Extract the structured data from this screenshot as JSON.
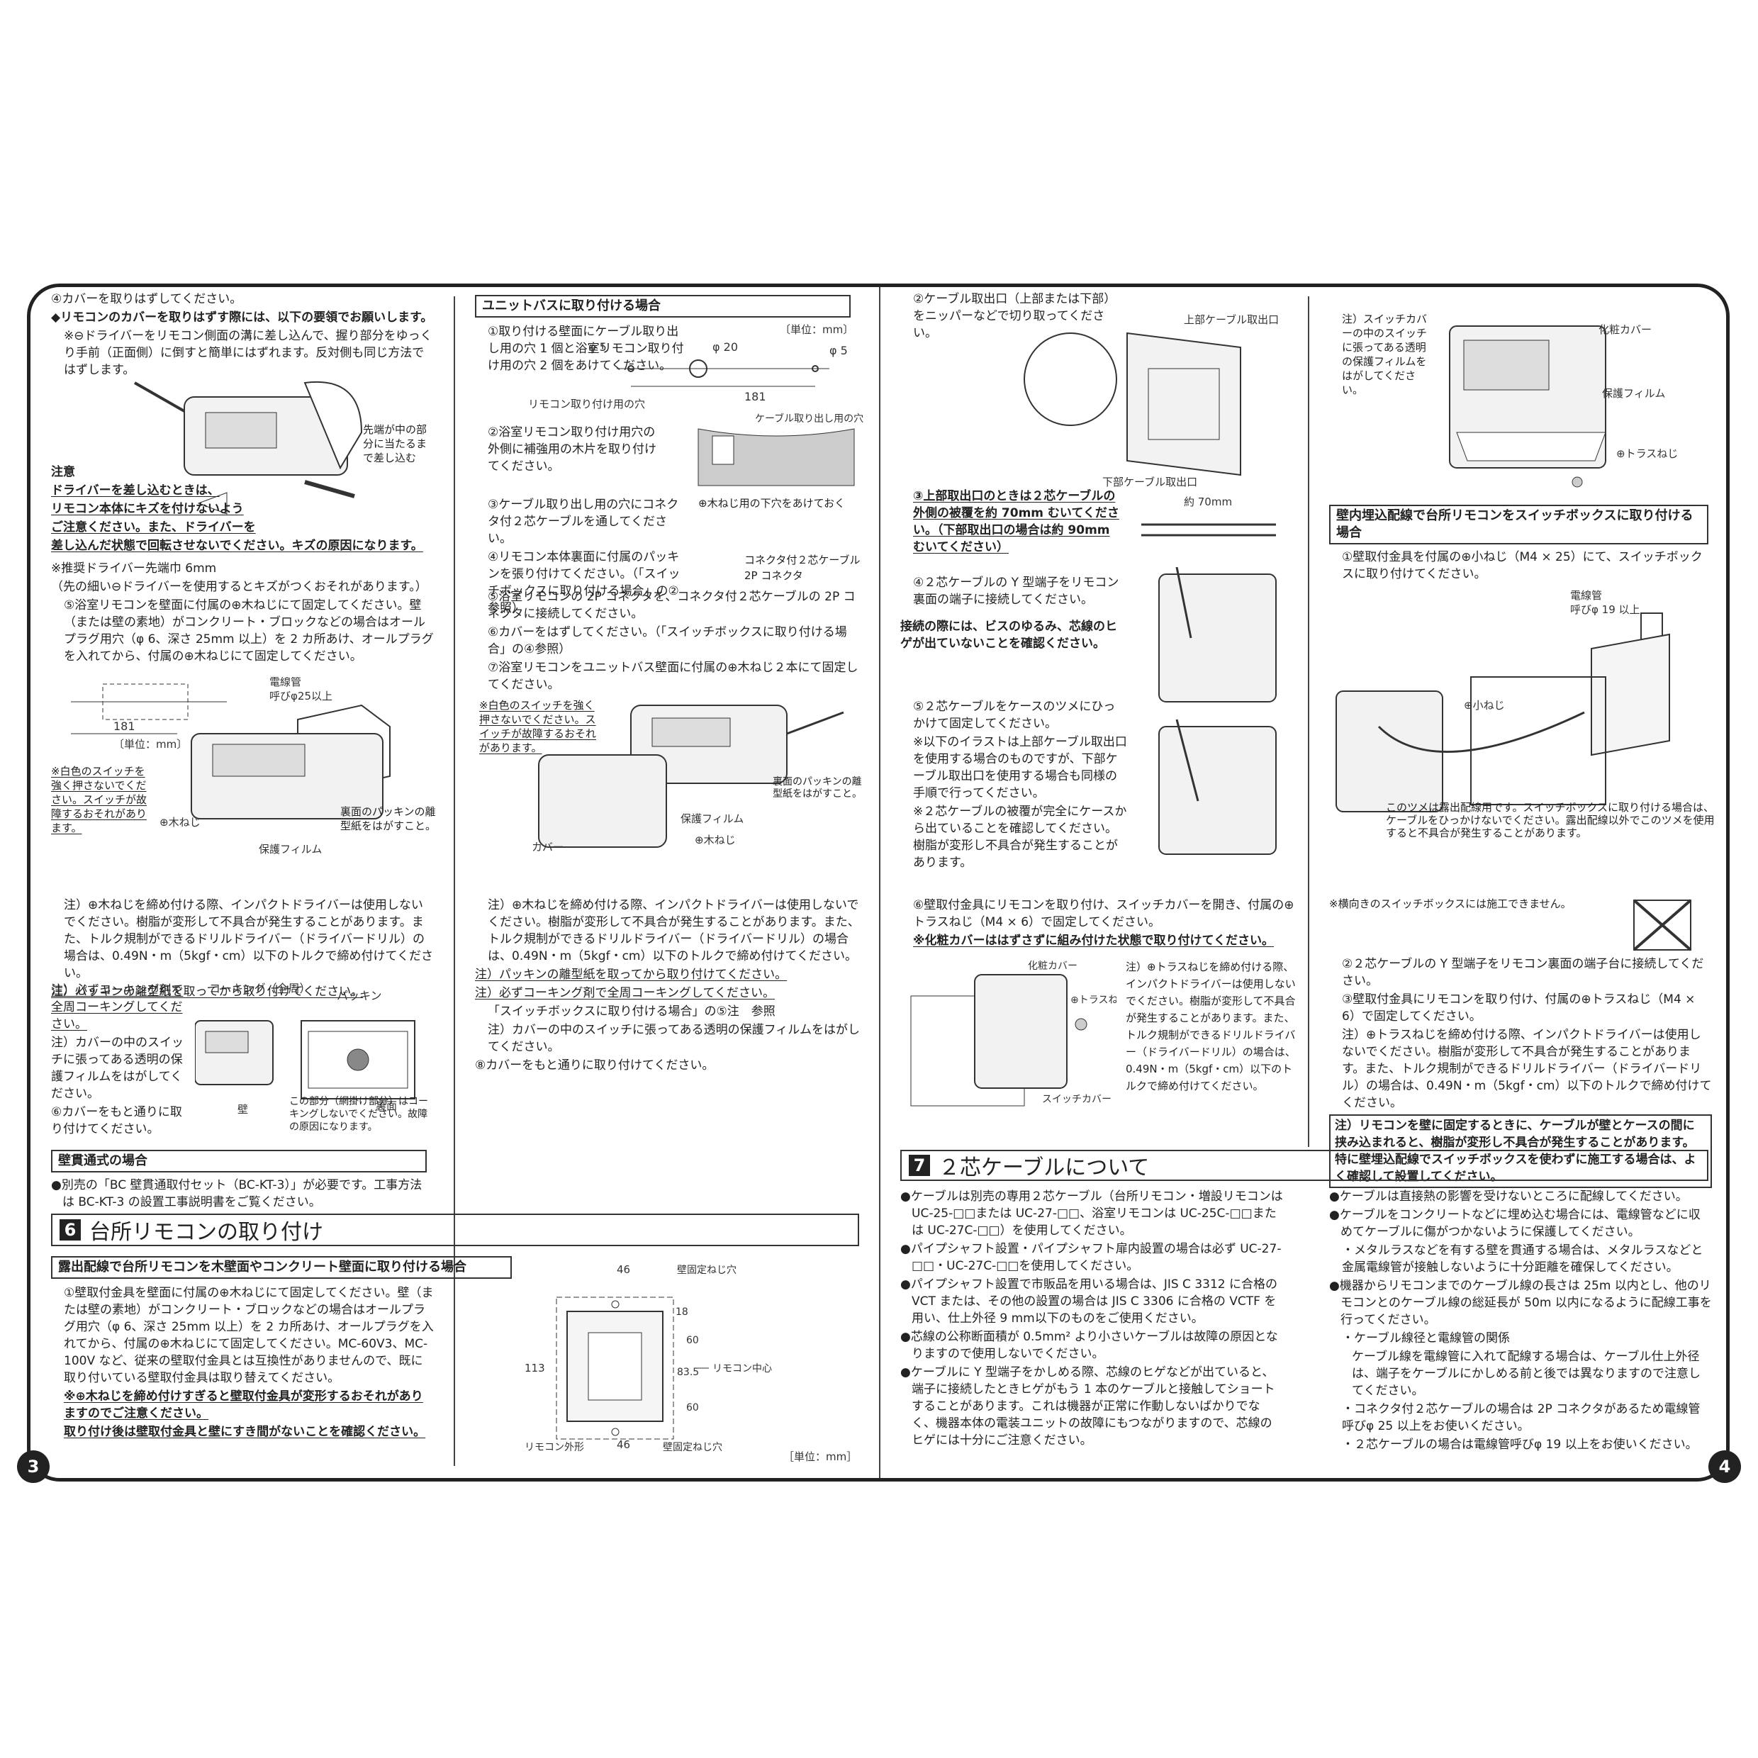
{
  "page_numbers": {
    "left": "3",
    "right": "4"
  },
  "col1": {
    "step4": "④カバーを取りはずしてください。",
    "warn_title": "◆リモコンのカバーを取りはずす際には、以下の要領でお願いします。",
    "warn_text": "※⊖ドライバーをリモコン側面の溝に差し込んで、握り部分をゆっくり手前（正面側）に倒すと簡単にはずれます。反対側も同じ方法ではずします。",
    "fig_label": "先端が中の部分に当たるまで差し込む",
    "caution_title": "注意",
    "caution_1": "ドライバーを差し込むときは、",
    "caution_2": "リモコン本体にキズを付けないよう",
    "caution_3": "ご注意ください。また、ドライバーを",
    "caution_4": "差し込んだ状態で回転させないでください。キズの原因になります。",
    "rec_driver": "※推奨ドライバー先端巾 6mm",
    "rec_driver2": "（先の細い⊖ドライバーを使用するとキズがつくおそれがあります。）",
    "step5": "⑤浴室リモコンを壁面に付属の⊕木ねじにて固定してください。壁（または壁の素地）がコンクリート・ブロックなどの場合はオールプラグ用穴（φ 6、深さ 25mm 以上）を 2 カ所あけ、オールプラグを入れてから、付属の⊕木ねじにて固定してください。",
    "fig2_conduit": "電線管",
    "fig2_conduit2": "呼びφ25以上",
    "fig2_dim": "181",
    "fig2_unit": "〔単位：mm〕",
    "fig2_switch": "※白色のスイッチを強く押さないでください。スイッチが故障するおそれがあります。",
    "fig2_screw": "⊕木ねじ",
    "fig2_packing": "裏面のパッキンの離型紙をはがすこと。",
    "fig2_film": "保護フィルム",
    "note1": "注）⊕木ねじを締め付ける際、インパクトドライバーは使用しないでください。樹脂が変形して不具合が発生することがあります。また、トルク規制ができるドリルドライバー（ドライバードリル）の場合は、0.49N・m（5kgf・cm）以下のトルクで締め付けてください。",
    "note2": "注）パッキンの離型紙を取ってから取り付けてください。",
    "note3": "注）必ずコーキング剤で全周コーキングしてください。",
    "note4": "注）カバーの中のスイッチに張ってある透明の保護フィルムをはがしてください。",
    "step6": "⑥カバーをもと通りに取り付けてください。",
    "fig3_caulk": "コーキング（全周）",
    "fig3_packing": "パッキン",
    "fig3_back": "裏面",
    "fig3_wall": "壁",
    "fig3_note": "この部分（網掛け部分）はコーキングしないでください。故障の原因になります。",
    "wall_thru_title": "壁貫通式の場合",
    "wall_thru_text": "●別売の「BC 壁貫通取付セット（BC-KT-3）」が必要です。工事方法は BC-KT-3 の設置工事説明書をご覧ください。"
  },
  "col2": {
    "title": "ユニットバスに取り付ける場合",
    "step1": "①取り付ける壁面にケーブル取り出し用の穴 1 個と浴室リモコン取り付け用の穴 2 個をあけてください。",
    "fig_unit": "〔単位：mm〕",
    "fig_d20": "φ 20",
    "fig_d5a": "φ 5",
    "fig_d5b": "φ 5",
    "fig_dim": "181",
    "fig_hole": "リモコン取り付け用の穴",
    "fig_cable_hole": "ケーブル取り出し用の穴",
    "step2": "②浴室リモコン取り付け用穴の外側に補強用の木片を取り付けてください。",
    "fig_screw_note": "⊕木ねじ用の下穴をあけておく",
    "step3": "③ケーブル取り出し用の穴にコネクタ付２芯ケーブルを通してください。",
    "step4": "④リモコン本体裏面に付属のパッキンを張り付けてください。（「スイッチボックスに取り付ける場合」の②参照）",
    "fig_connector": "コネクタ付２芯ケーブル",
    "fig_2p": "2P コネクタ",
    "step5": "⑤浴室リモコンの 2P コネクタを、コネクタ付２芯ケーブルの 2P コネクタに接続してください。",
    "step6": "⑥カバーをはずしてください。（「スイッチボックスに取り付ける場合」の④参照）",
    "step7": "⑦浴室リモコンをユニットバス壁面に付属の⊕木ねじ２本にて固定してください。",
    "fig_switch": "※白色のスイッチを強く押さないでください。スイッチが故障するおそれがあります。",
    "fig_packing": "裏面のパッキンの離型紙をはがすこと。",
    "fig_film": "保護フィルム",
    "fig_screw": "⊕木ねじ",
    "fig_cover": "カバー",
    "note1": "注）⊕木ねじを締め付ける際、インパクトドライバーは使用しないでください。樹脂が変形して不具合が発生することがあります。また、トルク規制ができるドリルドライバー（ドライバードリル）の場合は、0.49N・m（5kgf・cm）以下のトルクで締め付けてください。",
    "note2": "注）パッキンの離型紙を取ってから取り付けてください。",
    "note3": "注）必ずコーキング剤で全周コーキングしてください。",
    "note3b": "「スイッチボックスに取り付ける場合」の⑤注　参照",
    "note4": "注）カバーの中のスイッチに張ってある透明の保護フィルムをはがしてください。",
    "step8": "⑧カバーをもと通りに取り付けてください。"
  },
  "sec6": {
    "num": "6",
    "title": "台所リモコンの取り付け",
    "sub": "露出配線で台所リモコンを木壁面やコンクリート壁面に取り付ける場合",
    "step1": "①壁取付金具を壁面に付属の⊕木ねじにて固定してください。壁（または壁の素地）がコンクリート・ブロックなどの場合はオールプラグ用穴（φ 6、深さ 25mm 以上）を 2 カ所あけ、オールプラグを入れてから、付属の⊕木ねじにて固定してください。MC-60V3、MC-100V など、従来の壁取付金具とは互換性がありませんので、既に取り付いている壁取付金具は取り替えてください。",
    "warn1": "※⊕木ねじを締め付けすぎると壁取付金具が変形するおそれがありますのでご注意ください。",
    "warn2": "取り付け後は壁取付金具と壁にすき間がないことを確認ください。",
    "fig_46a": "46",
    "fig_46b": "46",
    "fig_113": "113",
    "fig_18": "18",
    "fig_60a": "60",
    "fig_835": "83.5",
    "fig_60b": "60",
    "fig_hole_top": "壁固定ねじ穴",
    "fig_hole_bot": "壁固定ねじ穴",
    "fig_center": "リモコン中心",
    "fig_outline": "リモコン外形",
    "fig_unit": "［単位：mm］"
  },
  "col3": {
    "step2": "②ケーブル取出口（上部または下部）をニッパーなどで切り取ってください。",
    "fig_top": "上部ケーブル取出口",
    "fig_bottom": "下部ケーブル取出口",
    "step3": "③上部取出口のときは２芯ケーブルの外側の被覆を約 70mm むいてください。（下部取出口の場合は約 90mm むいてください）",
    "fig_70": "約 70mm",
    "step4": "④２芯ケーブルの Y 型端子をリモコン裏面の端子に接続してください。",
    "step4b": "接続の際には、ビスのゆるみ、芯線のヒゲが出ていないことを確認ください。",
    "step5": "⑤２芯ケーブルをケースのツメにひっかけて固定してください。",
    "step5n1": "※以下のイラストは上部ケーブル取出口を使用する場合のものですが、下部ケーブル取出口を使用する場合も同様の手順で行ってください。",
    "step5n2": "※２芯ケーブルの被覆が完全にケースから出ていることを確認してください。樹脂が変形し不具合が発生することがあります。",
    "step6": "⑥壁取付金具にリモコンを取り付け、スイッチカバーを開き、付属の⊕トラスねじ（M4 × 6）で固定してください。",
    "step6w": "※化粧カバーははずさずに組み付けた状態で取り付けてください。",
    "fig_cover": "化粧カバー",
    "fig_truss": "⊕トラスねじ",
    "fig_switch": "スイッチカバー",
    "note": "注）⊕トラスねじを締め付ける際、インパクトドライバーは使用しないでください。樹脂が変形して不具合が発生することがあります。また、トルク規制ができるドリルドライバー（ドライバードリル）の場合は、0.49N・m（5kgf・cm）以下のトルクで締め付けてください。"
  },
  "col4": {
    "note_top": "注）スイッチカバーの中のスイッチに張ってある透明の保護フィルムをはがしてください。",
    "fig_cover": "化粧カバー",
    "fig_film": "保護フィルム",
    "fig_truss": "⊕トラスねじ",
    "title": "壁内埋込配線で台所リモコンをスイッチボックスに取り付ける場合",
    "step1": "①壁取付金具を付属の⊕小ねじ（M4 × 25）にて、スイッチボックスに取り付けてください。",
    "fig_conduit": "電線管",
    "fig_conduit2": "呼びφ 19 以上",
    "fig_small": "⊕小ねじ",
    "fig_note": "このツメは露出配線用です。スイッチボックスに取り付ける場合は、ケーブルをひっかけないでください。露出配線以外でこのツメを使用すると不具合が発生することがあります。",
    "horizontal": "※横向きのスイッチボックスには施工できません。",
    "step2": "②２芯ケーブルの Y 型端子をリモコン裏面の端子台に接続してください。",
    "step3": "③壁取付金具にリモコンを取り付け、付属の⊕トラスねじ（M4 × 6）で固定してください。",
    "note": "注）⊕トラスねじを締め付ける際、インパクトドライバーは使用しないでください。樹脂が変形して不具合が発生することがあります。また、トルク規制ができるドリルドライバー（ドライバードリル）の場合は、0.49N・m（5kgf・cm）以下のトルクで締め付けてください。",
    "warn": "注）リモコンを壁に固定するときに、ケーブルが壁とケースの間に挟み込まれると、樹脂が変形し不具合が発生することがあります。特に壁埋込配線でスイッチボックスを使わずに施工する場合は、よく確認して設置してください。"
  },
  "sec7": {
    "num": "7",
    "title": "２芯ケーブルについて",
    "left": [
      "●ケーブルは別売の専用２芯ケーブル（台所リモコン・増設リモコンは UC-25-□□または UC-27-□□、浴室リモコンは UC-25C-□□または UC-27C-□□）を使用してください。",
      "●パイプシャフト設置・パイプシャフト扉内設置の場合は必ず UC-27-□□・UC-27C-□□を使用してください。",
      "●パイプシャフト設置で市販品を用いる場合は、JIS C 3312 に合格の VCT または、その他の設置の場合は JIS C 3306 に合格の VCTF を用い、仕上外径 9 mm以下のものをご使用ください。",
      "●芯線の公称断面積が 0.5mm² より小さいケーブルは故障の原因となりますので使用しないでください。",
      "●ケーブルに Y 型端子をかしめる際、芯線のヒゲなどが出ていると、端子に接続したときヒゲがもう 1 本のケーブルと接触してショートすることがあります。これは機器が正常に作動しないばかりでなく、機器本体の電装ユニットの故障にもつながりますので、芯線のヒゲには十分にご注意ください。"
    ],
    "right": [
      "●ケーブルは直接熱の影響を受けないところに配線してください。",
      "●ケーブルをコンクリートなどに埋め込む場合には、電線管などに収めてケーブルに傷がつかないように保護してください。",
      "・メタルラスなどを有する壁を貫通する場合は、メタルラスなどと金属電線管が接触しないように十分距離を確保してください。",
      "●機器からリモコンまでのケーブル線の長さは 25m 以内とし、他のリモコンとのケーブル線の総延長が 50m 以内になるように配線工事を行ってください。",
      "・ケーブル線径と電線管の関係",
      "ケーブル線を電線管に入れて配線する場合は、ケーブル仕上外径は、端子をケーブルにかしめる前と後では異なりますので注意してください。",
      "・コネクタ付２芯ケーブルの場合は 2P コネクタがあるため電線管呼びφ 25 以上をお使いください。",
      "・２芯ケーブルの場合は電線管呼びφ 19 以上をお使いください。"
    ]
  }
}
